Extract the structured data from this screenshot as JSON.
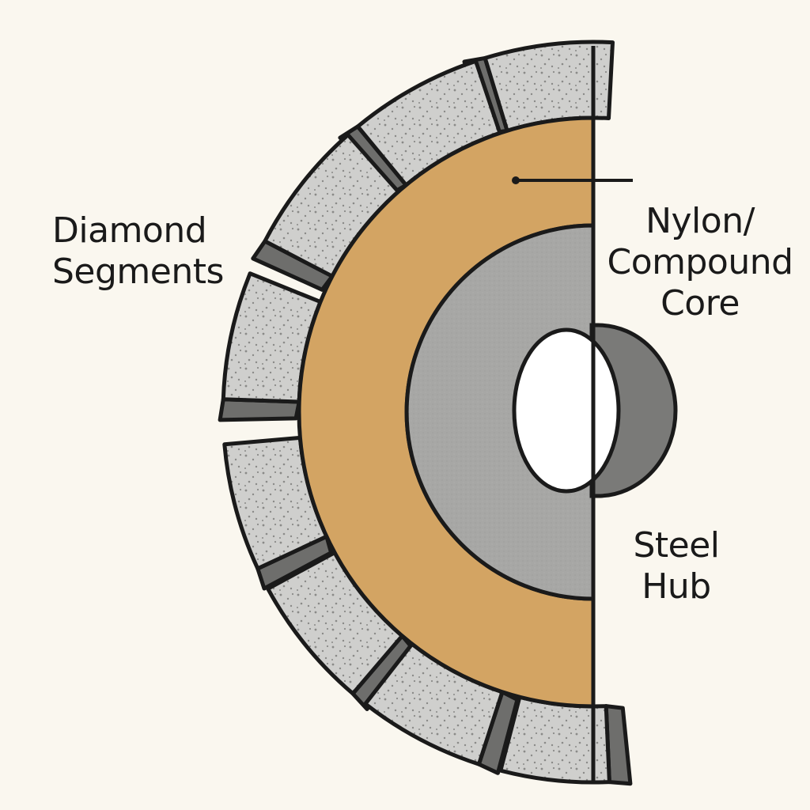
{
  "labels": {
    "diamond_segments": [
      "Diamond",
      "Segments"
    ],
    "core": [
      "Nylon/",
      "Compound",
      "Core"
    ],
    "hub": [
      "Steel",
      "Hub"
    ]
  },
  "colors": {
    "background": "#faf7ef",
    "core_fill": "#d3a463",
    "hub_fill": "#a7a7a5",
    "segment_face": "#cfcfcd",
    "segment_side": "#6e6e6c",
    "outline": "#1a1a1a",
    "hole_fill": "#ffffff",
    "hub_ring_fill": "#7a7a78"
  },
  "components": [
    "diamond-segments",
    "nylon-compound-core",
    "steel-hub",
    "arbor-hole"
  ]
}
